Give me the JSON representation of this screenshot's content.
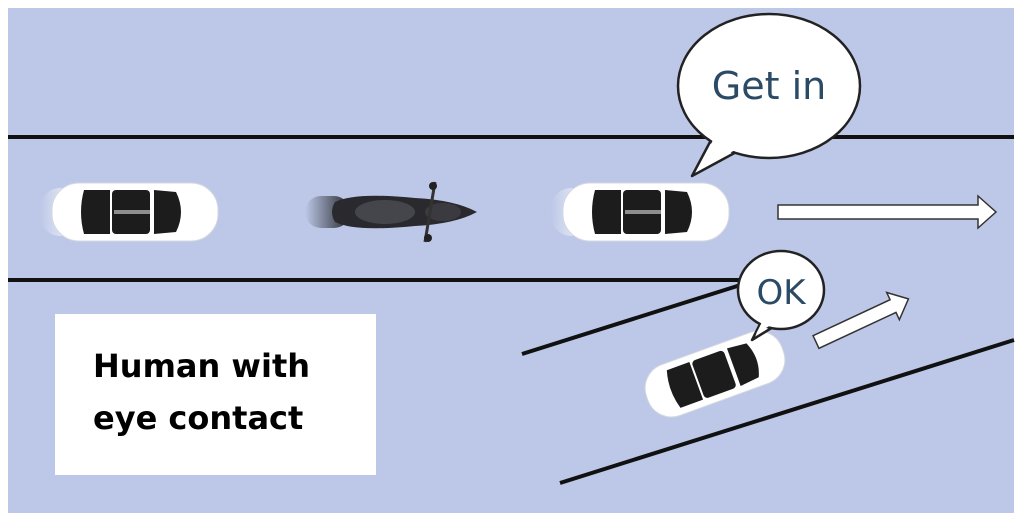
{
  "colors": {
    "road": "#bdc8e8",
    "lane_line": "#111111",
    "car_body": "#ffffff",
    "car_glass": "#1c1c1c",
    "bubble_text": "#2a4a66",
    "caption_bg": "#ffffff"
  },
  "speech": {
    "get_in": "Get in",
    "ok": "OK"
  },
  "caption": {
    "line1": "Human with",
    "line2": "eye contact"
  },
  "icons": {
    "car": "car-top-view-icon",
    "motorcycle": "motorcycle-top-view-icon",
    "arrow": "right-arrow-icon"
  }
}
